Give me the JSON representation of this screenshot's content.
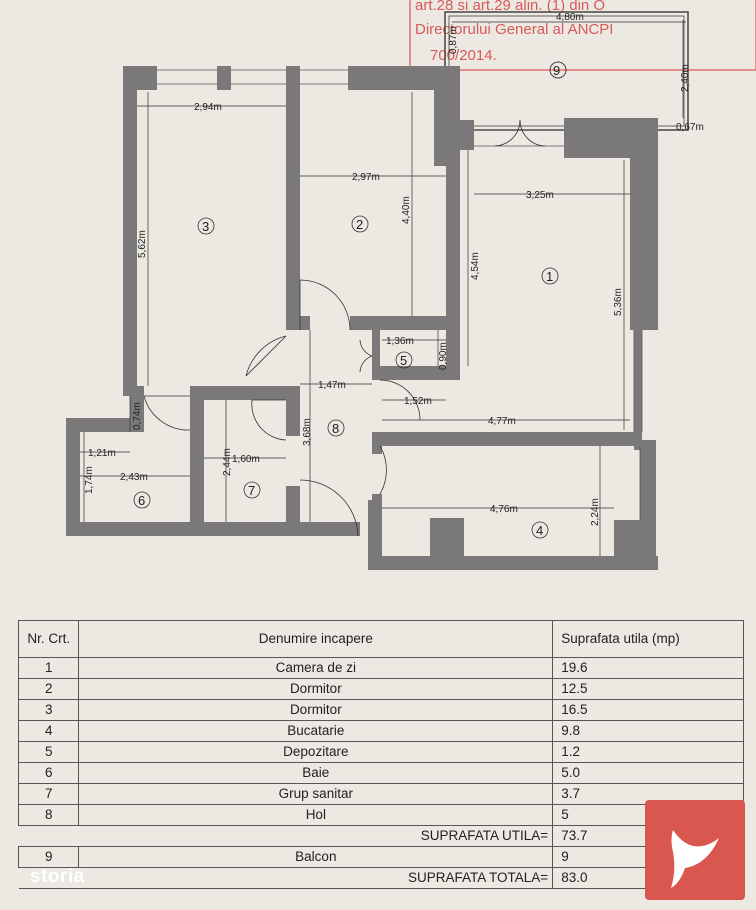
{
  "stamp": {
    "line1": "art.28 si art.29 alin. (1) din O",
    "line2": "Directorului General al ANCPI",
    "line3": "700/2014.",
    "balcony_number": "9"
  },
  "plan": {
    "rooms": [
      {
        "id": "1",
        "label": "1"
      },
      {
        "id": "2",
        "label": "2"
      },
      {
        "id": "3",
        "label": "3"
      },
      {
        "id": "4",
        "label": "4"
      },
      {
        "id": "5",
        "label": "5"
      },
      {
        "id": "6",
        "label": "6"
      },
      {
        "id": "7",
        "label": "7"
      },
      {
        "id": "8",
        "label": "8"
      }
    ],
    "dimensions": {
      "r3_width": "2,94m",
      "r3_height": "5,62m",
      "r2_width": "2,97m",
      "r2_height": "4,40m",
      "r1_width_top": "3,25m",
      "r1_height_left": "4,54m",
      "r1_height_right": "5,36m",
      "r1_width_bottom": "4,77m",
      "r5_width": "1,36m",
      "r5_height": "0,90m",
      "hall_width": "1,47m",
      "hall_height": "3,68m",
      "passage": "1,52m",
      "r6_a": "1,21m",
      "r6_b": "0,74m",
      "r6_width": "2,43m",
      "r6_height": "1,74m",
      "r7_width": "1,60m",
      "r7_height": "2,44m",
      "r4_width": "4,76m",
      "r4_height": "2,24m",
      "balcony_width": "4,80m",
      "balcony_height": "2,40m",
      "balcony_a": "0,87m",
      "balcony_b": "0,67m"
    }
  },
  "table": {
    "headers": [
      "Nr. Crt.",
      "Denumire incapere",
      "Suprafata utila (mp)"
    ],
    "rows": [
      {
        "nr": "1",
        "name": "Camera de zi",
        "area": "19.6"
      },
      {
        "nr": "2",
        "name": "Dormitor",
        "area": "12.5"
      },
      {
        "nr": "3",
        "name": "Dormitor",
        "area": "16.5"
      },
      {
        "nr": "4",
        "name": "Bucatarie",
        "area": "9.8"
      },
      {
        "nr": "5",
        "name": "Depozitare",
        "area": "1.2"
      },
      {
        "nr": "6",
        "name": "Baie",
        "area": "5.0"
      },
      {
        "nr": "7",
        "name": "Grup sanitar",
        "area": "3.7"
      },
      {
        "nr": "8",
        "name": "Hol",
        "area": "5"
      }
    ],
    "util_label": "SUPRAFATA UTILA=",
    "util_value": "73.7",
    "balcony_row": {
      "nr": "9",
      "name": "Balcon",
      "area": "9"
    },
    "total_label": "SUPRAFATA TOTALA=",
    "total_value": "83.0"
  },
  "watermark": "storia"
}
